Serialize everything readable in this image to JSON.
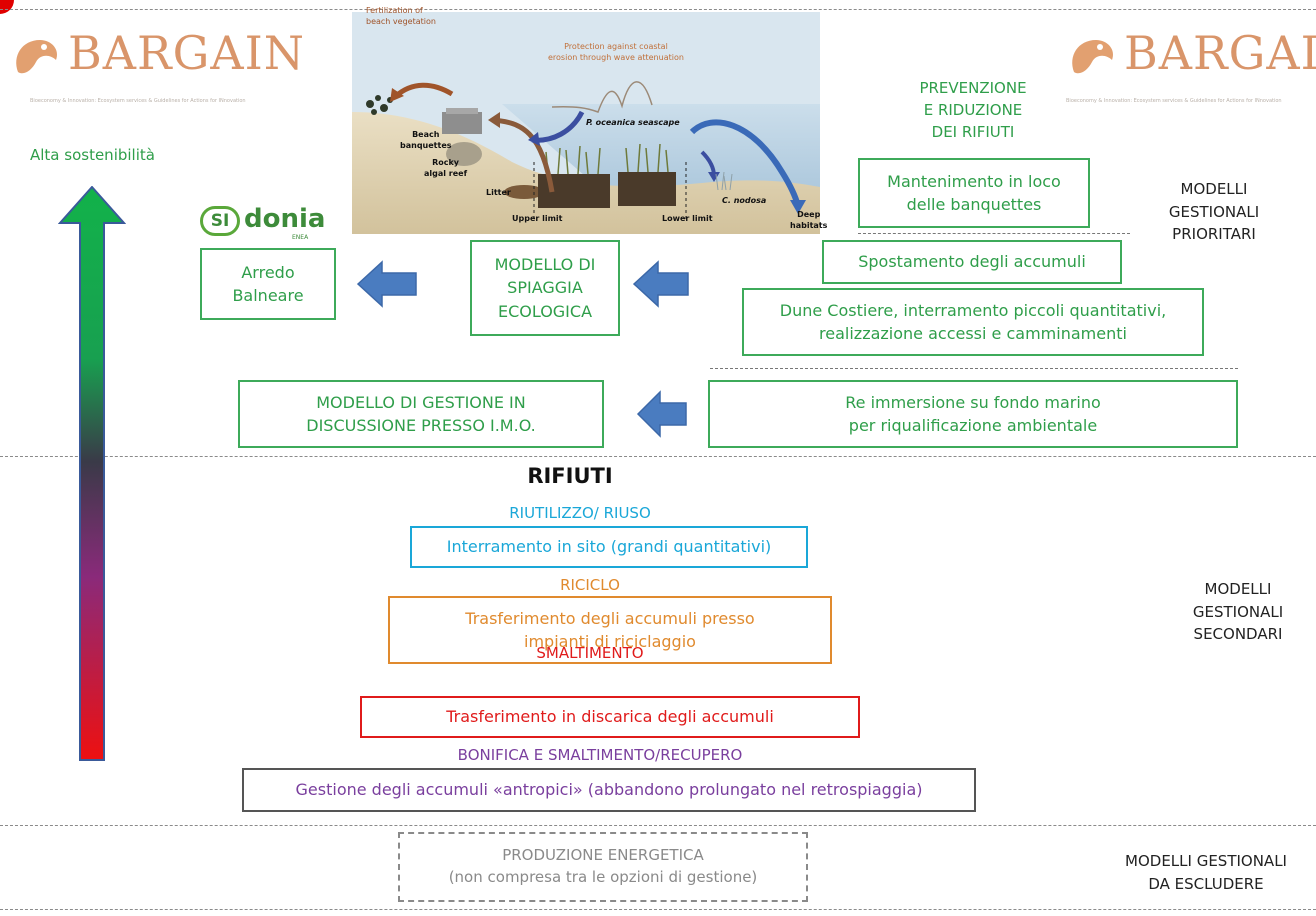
{
  "logos": {
    "left_bargain": "BARGAIN",
    "left_bargain_subtitle": "Bioeconomy & Innovation: Ecosystem services & Guidelines for Actions for INnovation",
    "right_bargain": "BARGAIN",
    "right_bargain_subtitle": "Bioeconomy & Innovation: Ecosystem services & Guidelines for Actions for INnovation",
    "sydonia_mark": "SI",
    "sydonia_word": "donia",
    "sydonia_small": "ENEA"
  },
  "arrow_label": "Alta sostenibilità",
  "illustration": {
    "title_fertilization": "Fertilization of\nbeach vegetation",
    "title_protection": "Protection against coastal\nerosion through wave attenuation",
    "beach_banquettes": "Beach\nbanquettes",
    "rocky_reef": "Rocky\nalgal reef",
    "litter": "Litter",
    "seascape": "P. oceanica seascape",
    "upper_limit": "Upper limit",
    "lower_limit": "Lower limit",
    "c_nodosa": "C. nodosa",
    "deep_habitats": "Deep\nhabitats"
  },
  "prevention_title": "PREVENZIONE\nE RIDUZIONE\nDEI RIFIUTI",
  "priority": {
    "side_label": "MODELLI\nGESTIONALI\nPRIORITARI",
    "box_mantenimento": "Mantenimento in loco\ndelle banquettes",
    "box_spostamento": "Spostamento degli accumuli",
    "box_dune": "Dune Costiere, interramento piccoli quantitativi,\nrealizzazione accessi e camminamenti",
    "box_reimmersione": "Re immersione su fondo marino\nper riqualificazione ambientale",
    "box_modello_spiaggia": "MODELLO DI\nSPIAGGIA\nECOLOGICA",
    "box_arredo": "Arredo\nBalneare",
    "box_imo": "MODELLO DI  GESTIONE  IN\nDISCUSSIONE PRESSO I.M.O."
  },
  "secondary": {
    "heading": "RIFIUTI",
    "side_label": "MODELLI\nGESTIONALI\nSECONDARI",
    "reuse_label": "RIUTILIZZO/ RIUSO",
    "reuse_box": "Interramento in sito (grandi quantitativi)",
    "recycle_label": "RICICLO",
    "recycle_box": "Trasferimento degli accumuli presso\nimpianti di riciclaggio",
    "disposal_label": "SMALTIMENTO",
    "disposal_box": "Trasferimento in discarica degli accumuli",
    "reclaim_label": "BONIFICA E  SMALTIMENTO/RECUPERO",
    "reclaim_box": "Gestione degli accumuli «antropici» (abbandono prolungato nel retrospiaggia)"
  },
  "excluded": {
    "side_label": "MODELLI GESTIONALI\nDA ESCLUDERE",
    "box": "PRODUZIONE ENERGETICA\n(non compresa tra le opzioni di gestione)"
  },
  "colors": {
    "green": "#2f9e4a",
    "cyan": "#1aa7d8",
    "orange": "#e08a2e",
    "red": "#e01b1b",
    "purple": "#7a3f9e",
    "blue_arrow": "#4a7cc0"
  }
}
